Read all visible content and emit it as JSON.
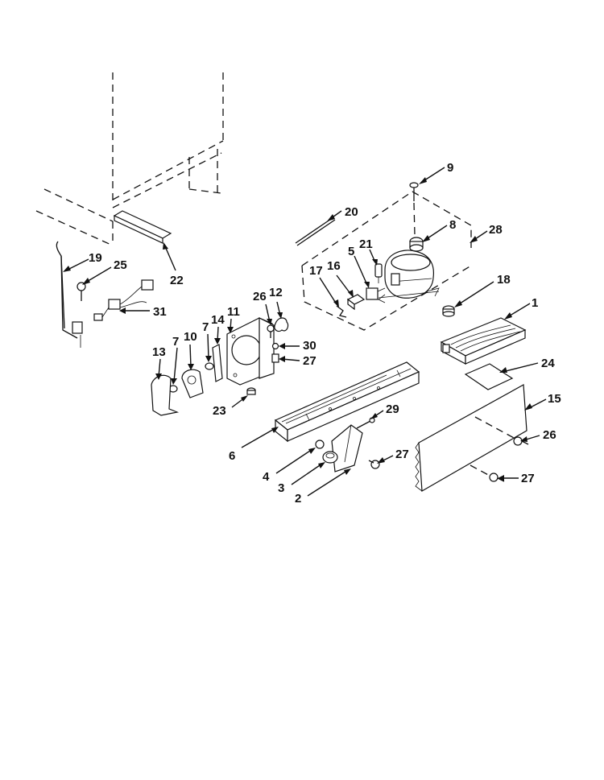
{
  "callouts": [
    {
      "id": "c9",
      "text": "9"
    },
    {
      "id": "c20",
      "text": "20"
    },
    {
      "id": "c8",
      "text": "8"
    },
    {
      "id": "c28",
      "text": "28"
    },
    {
      "id": "c21",
      "text": "21"
    },
    {
      "id": "c5",
      "text": "5"
    },
    {
      "id": "c16",
      "text": "16"
    },
    {
      "id": "c17",
      "text": "17"
    },
    {
      "id": "c18",
      "text": "18"
    },
    {
      "id": "c1",
      "text": "1"
    },
    {
      "id": "c24",
      "text": "24"
    },
    {
      "id": "c15",
      "text": "15"
    },
    {
      "id": "c26b",
      "text": "26"
    },
    {
      "id": "c27c",
      "text": "27"
    },
    {
      "id": "c19",
      "text": "19"
    },
    {
      "id": "c25",
      "text": "25"
    },
    {
      "id": "c31",
      "text": "31"
    },
    {
      "id": "c22",
      "text": "22"
    },
    {
      "id": "c26a",
      "text": "26"
    },
    {
      "id": "c12",
      "text": "12"
    },
    {
      "id": "c30",
      "text": "30"
    },
    {
      "id": "c27a",
      "text": "27"
    },
    {
      "id": "c11",
      "text": "11"
    },
    {
      "id": "c14",
      "text": "14"
    },
    {
      "id": "c7b",
      "text": "7"
    },
    {
      "id": "c10",
      "text": "10"
    },
    {
      "id": "c7a",
      "text": "7"
    },
    {
      "id": "c13",
      "text": "13"
    },
    {
      "id": "c23",
      "text": "23"
    },
    {
      "id": "c29",
      "text": "29"
    },
    {
      "id": "c6",
      "text": "6"
    },
    {
      "id": "c27b",
      "text": "27"
    },
    {
      "id": "c4",
      "text": "4"
    },
    {
      "id": "c3",
      "text": "3"
    },
    {
      "id": "c2",
      "text": "2"
    }
  ]
}
